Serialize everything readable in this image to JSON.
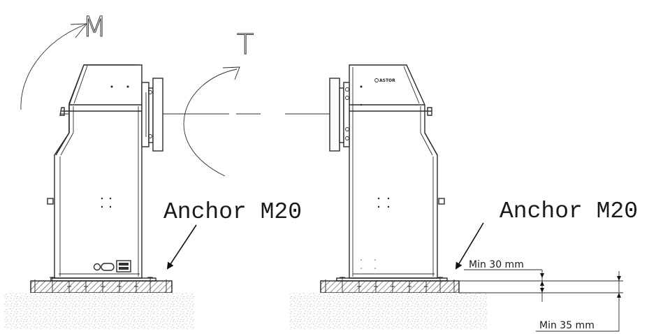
{
  "labels": {
    "moment_letter": "M",
    "torque_letter": "T",
    "anchor_left": "Anchor M20",
    "anchor_right": "Anchor M20",
    "min_30": "Min 30 mm",
    "min_35": "Min 35 mm",
    "brand": "ASTOR"
  },
  "colors": {
    "line": "#2b2b2b",
    "concrete_dot": "#777777",
    "background": "#ffffff"
  }
}
